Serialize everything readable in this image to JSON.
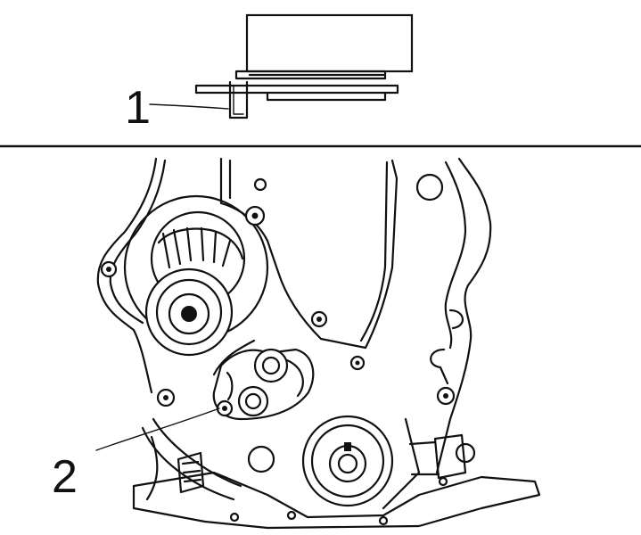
{
  "callouts": [
    {
      "id": "1",
      "label": "1"
    },
    {
      "id": "2",
      "label": "2"
    }
  ],
  "colors": {
    "ink": "#111111",
    "paper": "#ffffff"
  }
}
